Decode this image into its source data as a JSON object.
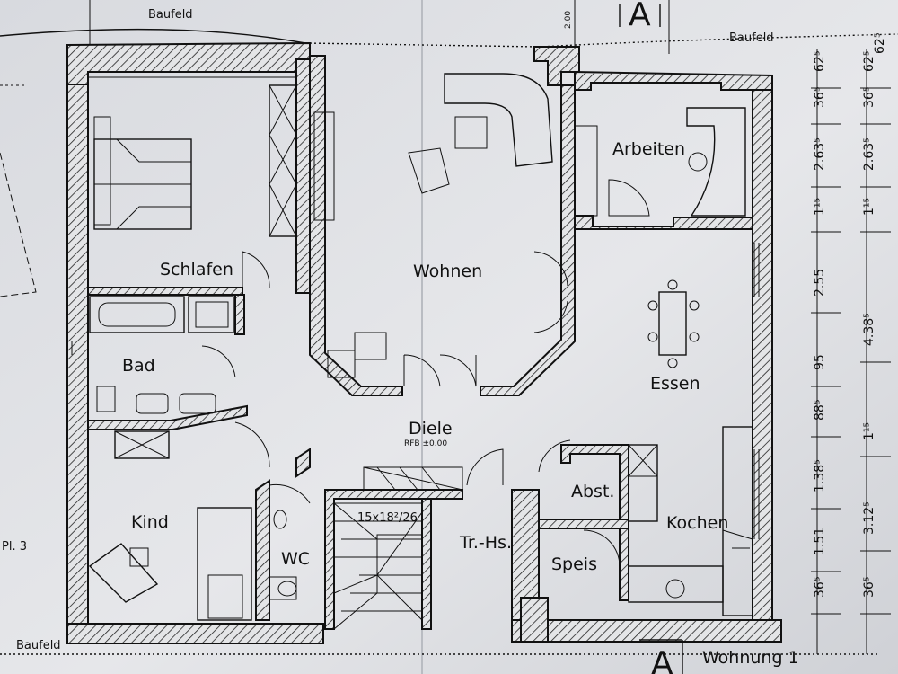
{
  "site": {
    "baufeld_top_left": "Baufeld",
    "baufeld_top_right": "Baufeld",
    "baufeld_bottom_left": "Baufeld"
  },
  "rooms": {
    "schlafen": "Schlafen",
    "wohnen": "Wohnen",
    "arbeiten": "Arbeiten",
    "bad": "Bad",
    "essen": "Essen",
    "diele": "Diele",
    "diele_level": "RFB ±0.00",
    "kind": "Kind",
    "wc": "WC",
    "tr_hs": "Tr.-Hs.",
    "abst": "Abst.",
    "kochen": "Kochen",
    "speis": "Speis"
  },
  "stair_spec": "15x18²/26",
  "section_markers": {
    "top": "A",
    "bottom": "A"
  },
  "left_label": "Pl. 3",
  "footer_label": "Wohnung 1",
  "dimensions": {
    "col1": [
      "62⁵",
      "36⁵",
      "2.63⁵",
      "1¹⁵",
      "2.55",
      "95",
      "88⁵",
      "1.38⁵",
      "1.51",
      "36⁵"
    ],
    "col2": [
      "62⁵",
      "36⁵",
      "2.63⁵",
      "1¹⁵",
      "4.38⁵",
      "1¹⁵",
      "3.12⁵",
      "36⁵"
    ],
    "top_right": "62⁵",
    "top_mark": "2.00"
  }
}
